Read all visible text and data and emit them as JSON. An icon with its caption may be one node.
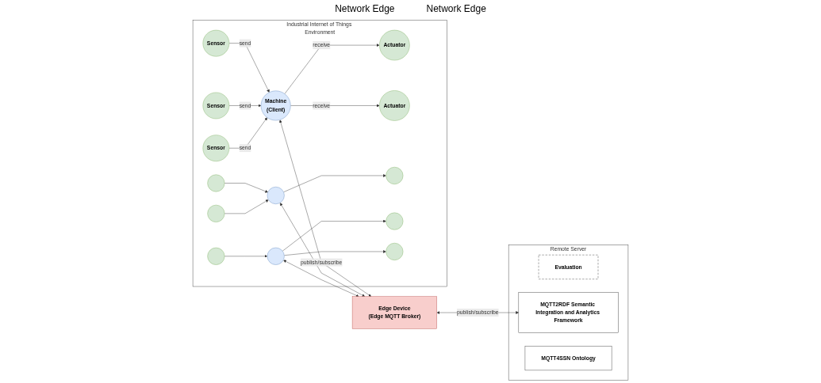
{
  "diagram": {
    "nodes": [
      {
        "text": [
          "Industrial Internet of Things Environment"
        ]
      },
      {
        "text": [
          "Actuator"
        ],
        "in": 0
      },
      {
        "text": [
          "Sensor"
        ],
        "in": 0
      },
      {
        "text": [
          "Sensor"
        ],
        "in": 0
      },
      {
        "text": [
          "Machine",
          "(Client)"
        ],
        "in": 0
      },
      {
        "text": [
          "Sensor"
        ],
        "in": 0
      },
      {
        "text": [
          "Actuator"
        ],
        "in": 0
      },
      {
        "text": [],
        "shape": "circle",
        "in": 0
      },
      {
        "text": [],
        "shape": "circle",
        "in": 0
      },
      {
        "text": [],
        "shape": "circle",
        "in": 0
      },
      {
        "text": [],
        "shape": "circle",
        "in": 0
      },
      {
        "text": [],
        "shape": "circle",
        "in": 0
      },
      {
        "text": [],
        "shape": "circle",
        "in": 0
      },
      {
        "text": [],
        "shape": "circle",
        "in": 0
      },
      {
        "text": [],
        "shape": "circle",
        "in": 0
      },
      {
        "text": [
          "Edge Device",
          "(Edge MQTT Broker)"
        ]
      },
      {
        "text": [
          "Remote Server"
        ]
      },
      {
        "text": [
          "Evaluation"
        ],
        "in": 16
      },
      {
        "text": [
          "MQTT2RDF Semantic Integration and Analytics Framework"
        ],
        "in": 16
      },
      {
        "text": [
          "MQTT4SSN Ontology"
        ],
        "in": 16
      }
    ],
    "edges": [
      {
        "from": 2,
        "to": 4,
        "arrow": "to",
        "label": "send"
      },
      {
        "from": 3,
        "to": 4,
        "arrow": "to",
        "label": "send"
      },
      {
        "from": 5,
        "to": 4,
        "arrow": "to",
        "label": "send"
      },
      {
        "from": 4,
        "to": 1,
        "arrow": "to",
        "label": "receive"
      },
      {
        "from": 4,
        "to": 6,
        "arrow": "to",
        "label": "receive"
      },
      {
        "from": 4,
        "to": 15,
        "arrow": "both",
        "label": "publish/subscribe"
      },
      {
        "from": 7,
        "to": 9,
        "arrow": "to"
      },
      {
        "from": 9,
        "to": 8,
        "arrow": "to"
      },
      {
        "from": 10,
        "to": 9,
        "arrow": "to"
      },
      {
        "from": 9,
        "to": 15,
        "arrow": "both"
      },
      {
        "from": 11,
        "to": 15,
        "arrow": "both"
      },
      {
        "from": 12,
        "to": 11,
        "arrow": "to"
      },
      {
        "from": 11,
        "to": 13,
        "arrow": "to"
      },
      {
        "from": 11,
        "to": 14,
        "arrow": "to"
      },
      {
        "from": 15,
        "to": 18,
        "arrow": "both",
        "label": "publish/subscribe"
      }
    ],
    "labels": [
      "Network Edge",
      "Network Edge"
    ]
  }
}
